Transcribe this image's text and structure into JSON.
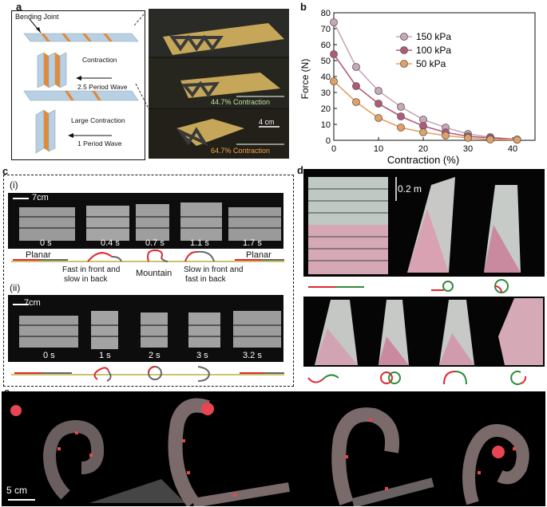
{
  "panels": {
    "a": {
      "label": "a",
      "bending_joint": "Bending Joint",
      "contraction": "Contraction",
      "period_wave_25": "2.5 Period Wave",
      "large_contraction": "Large Contraction",
      "period_wave_1": "1 Period Wave",
      "contraction_447": "44.7% Contraction",
      "contraction_647": "64.7% Contraction",
      "scale": "4 cm"
    },
    "b": {
      "label": "b"
    },
    "c": {
      "label": "c",
      "sub_i": "(i)",
      "sub_ii": "(ii)",
      "scale_i": "7cm",
      "scale_ii": "7cm",
      "times_i": [
        "0 s",
        "0.4 s",
        "0.7 s",
        "1.1 s",
        "1.7 s"
      ],
      "times_ii": [
        "0 s",
        "1 s",
        "2 s",
        "3 s",
        "3.2 s"
      ],
      "planar_left": "Planar",
      "planar_right": "Planar",
      "fast_front": "Fast in front and",
      "slow_back": "slow in back",
      "mountain": "Mountain",
      "slow_front": "Slow in front and",
      "fast_back": "fast in back"
    },
    "d": {
      "label": "d",
      "scale": "0.2 m"
    },
    "e": {
      "label": "e",
      "scale": "5 cm"
    }
  },
  "chart_data": {
    "type": "line",
    "xlabel": "Contraction (%)",
    "ylabel": "Force (N)",
    "xlim": [
      0,
      45
    ],
    "ylim": [
      0,
      80
    ],
    "xticks": [
      0,
      10,
      20,
      30,
      40
    ],
    "yticks": [
      0,
      10,
      20,
      30,
      40,
      50,
      60,
      70,
      80
    ],
    "legend_position": "top-right",
    "grid": false,
    "x": [
      0,
      5,
      10,
      15,
      20,
      25,
      30,
      35,
      41
    ],
    "series": [
      {
        "name": "150 kPa",
        "color": "#c9a7ba",
        "values": [
          74,
          46,
          31,
          21,
          13,
          8,
          4,
          2,
          0.5
        ]
      },
      {
        "name": "100 kPa",
        "color": "#b05a78",
        "values": [
          54,
          34,
          23,
          15,
          9,
          5,
          2.5,
          1.5,
          0.5
        ]
      },
      {
        "name": "50 kPa",
        "color": "#e4a062",
        "values": [
          37,
          24,
          14,
          8,
          5,
          3,
          1.5,
          0.5,
          0.3
        ]
      }
    ]
  }
}
